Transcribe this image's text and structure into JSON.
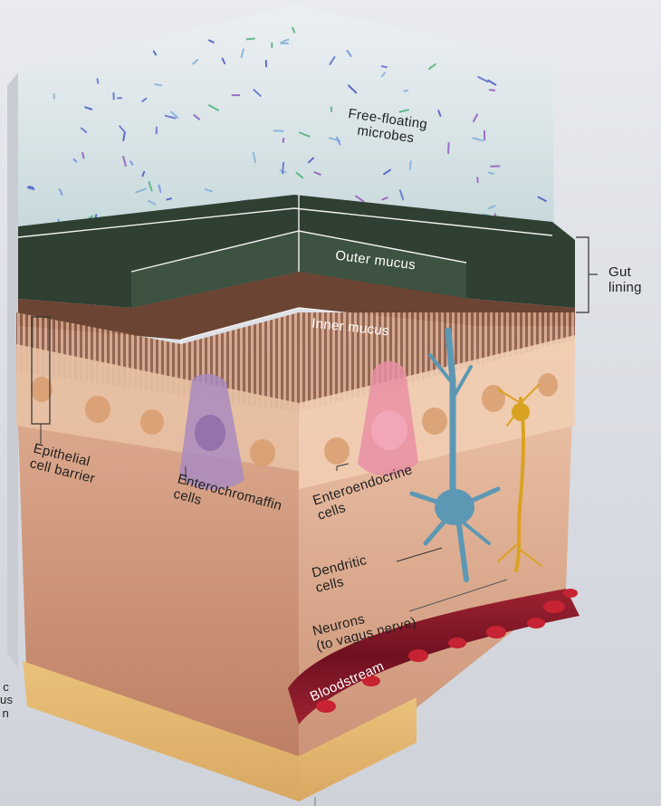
{
  "labels": {
    "free_floating_1": "Free-floating",
    "free_floating_2": "microbes",
    "outer_mucus": "Outer mucus",
    "inner_mucus": "Inner mucus",
    "gut_lining_1": "Gut",
    "gut_lining_2": "lining",
    "epithelial_1": "Epithelial",
    "epithelial_2": "cell barrier",
    "enterochromaffin_1": "Enterochromaffin",
    "enterochromaffin_2": "cells",
    "enteroendocrine_1": "Enteroendocrine",
    "enteroendocrine_2": "cells",
    "dendritic_1": "Dendritic",
    "dendritic_2": "cells",
    "neurons_1": "Neurons",
    "neurons_2": "(to vagus nerve)",
    "bloodstream": "Bloodstream",
    "edge_fragment_1": "c",
    "edge_fragment_2": "us",
    "edge_fragment_3": "n"
  },
  "colors": {
    "lumen": "#c9dde0",
    "outer_mucus": "#2c3a2e",
    "inner_mucus": "#6b4434",
    "villi": "#b98467",
    "epithelium": "#e2b99a",
    "tissue": "#c98b70",
    "base_layer": "#e3b874",
    "blood_vessel": "#8a1b2a",
    "enterochromaffin": "#a98bc0",
    "enteroendocrine": "#e98fa3",
    "dendritic": "#5c98b4",
    "neuron": "#d9a321"
  }
}
